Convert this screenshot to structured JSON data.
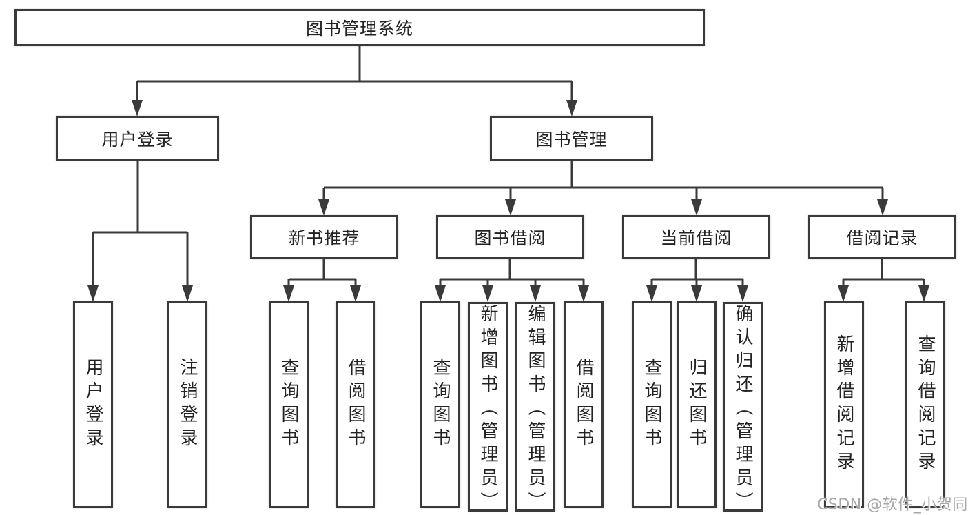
{
  "colors": {
    "background": "#ffffff",
    "line": "#3a3a3a",
    "box_border": "#3a3a3a",
    "box_fill": "#ffffff",
    "text": "#222222",
    "watermark": "#a8a8a8"
  },
  "diagram": {
    "root": {
      "label": "图书管理系统"
    },
    "level2": [
      {
        "label": "用户登录"
      },
      {
        "label": "图书管理"
      }
    ],
    "level3": [
      {
        "label": "新书推荐",
        "parent": "图书管理"
      },
      {
        "label": "图书借阅",
        "parent": "图书管理"
      },
      {
        "label": "当前借阅",
        "parent": "图书管理"
      },
      {
        "label": "借阅记录",
        "parent": "图书管理"
      }
    ],
    "leaves": [
      {
        "label": "用户登录",
        "parent": "用户登录"
      },
      {
        "label": "注销登录",
        "parent": "用户登录"
      },
      {
        "label": "查询图书",
        "parent": "新书推荐"
      },
      {
        "label": "借阅图书",
        "parent": "新书推荐"
      },
      {
        "label": "查询图书",
        "parent": "图书借阅"
      },
      {
        "label": "新增图书（管理员）",
        "parent": "图书借阅"
      },
      {
        "label": "编辑图书（管理员）",
        "parent": "图书借阅"
      },
      {
        "label": "借阅图书",
        "parent": "图书借阅"
      },
      {
        "label": "查询图书",
        "parent": "当前借阅"
      },
      {
        "label": "归还图书",
        "parent": "当前借阅"
      },
      {
        "label": "确认归还（管理员）",
        "parent": "当前借阅"
      },
      {
        "label": "新增借阅记录",
        "parent": "借阅记录"
      },
      {
        "label": "查询借阅记录",
        "parent": "借阅记录"
      }
    ]
  },
  "watermark": {
    "text": "CSDN @软件_小贺同学"
  }
}
